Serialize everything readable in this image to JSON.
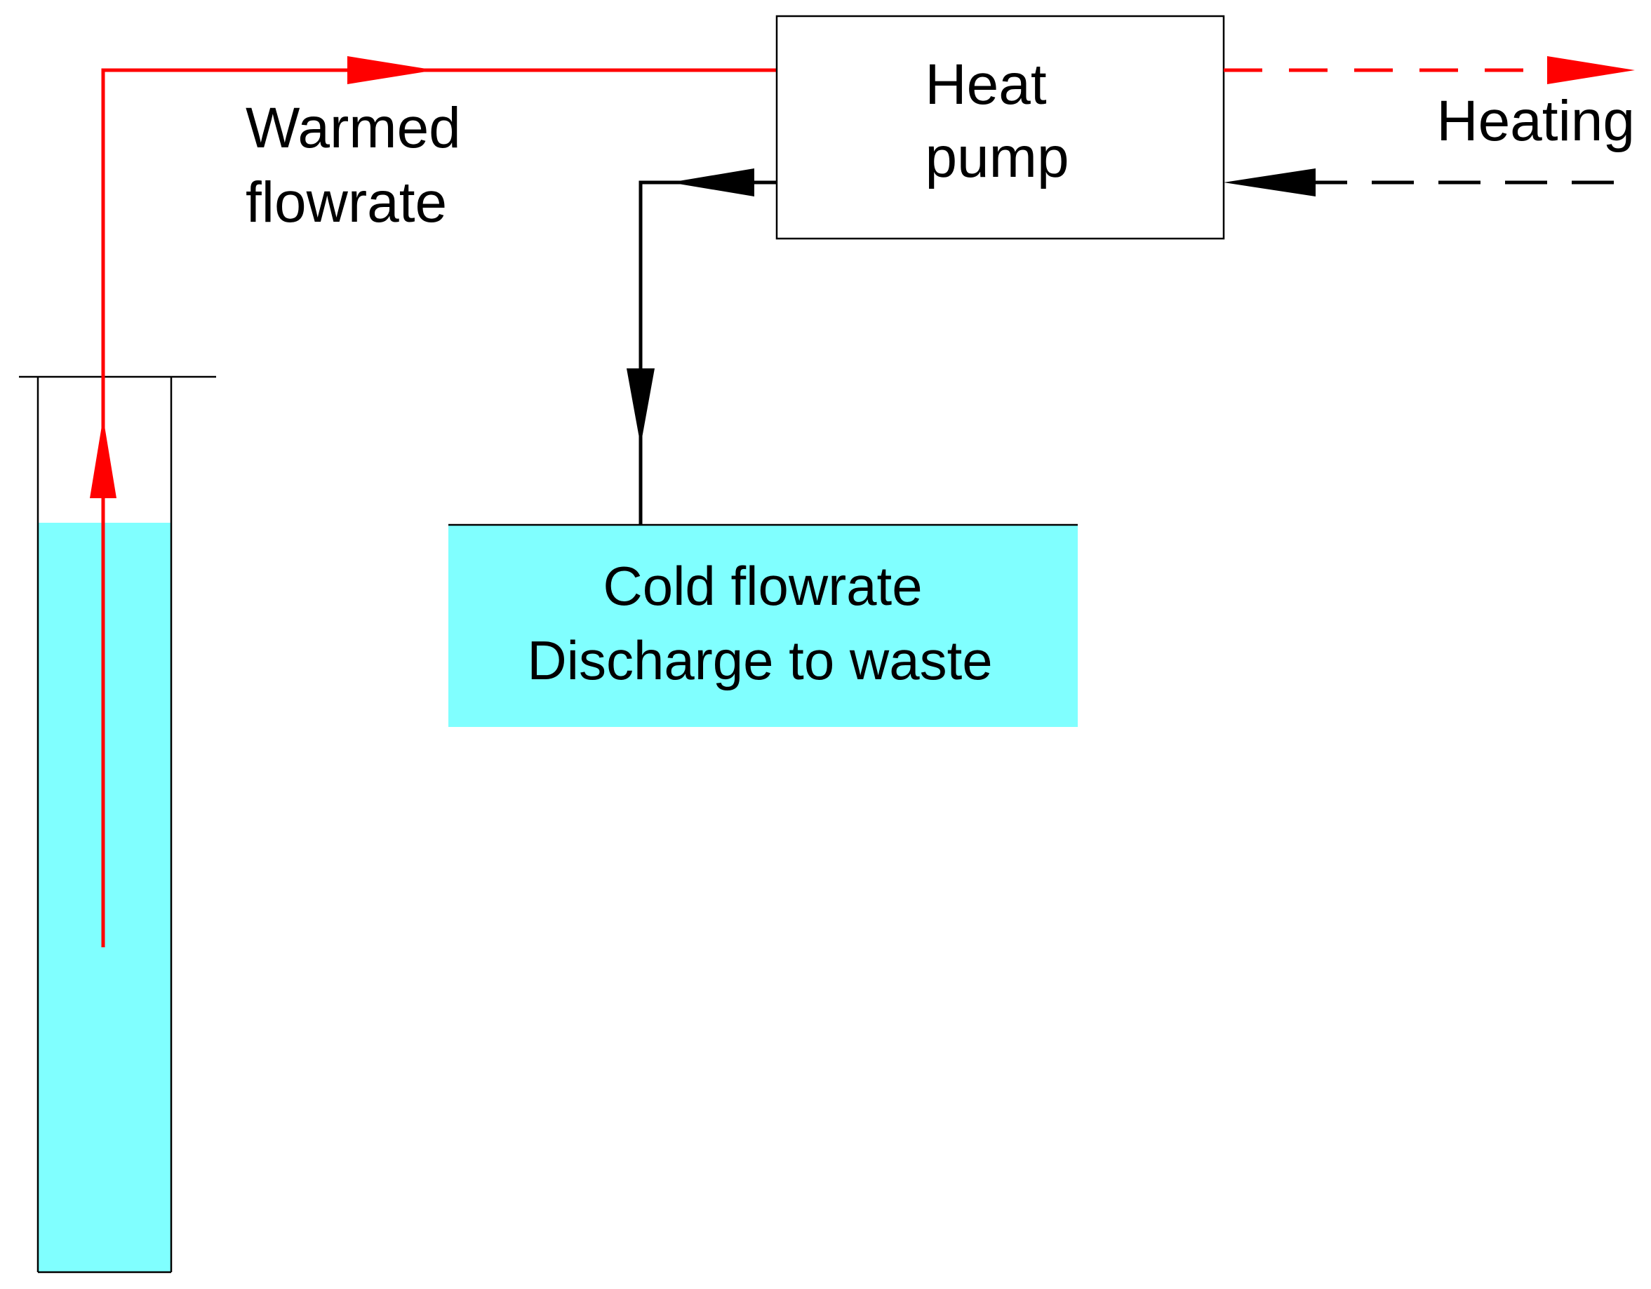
{
  "labels": {
    "warmed_line1": "Warmed",
    "warmed_line2": "flowrate",
    "heat_pump_line1": "Heat",
    "heat_pump_line2": "pump",
    "heating": "Heating",
    "cold_line1": "Cold flowrate",
    "cold_line2": "Discharge to waste"
  },
  "colors": {
    "warm_flow": "#ff0000",
    "cold_flow": "#000000",
    "water": "#80ffff",
    "outline": "#000000",
    "background": "#ffffff"
  }
}
